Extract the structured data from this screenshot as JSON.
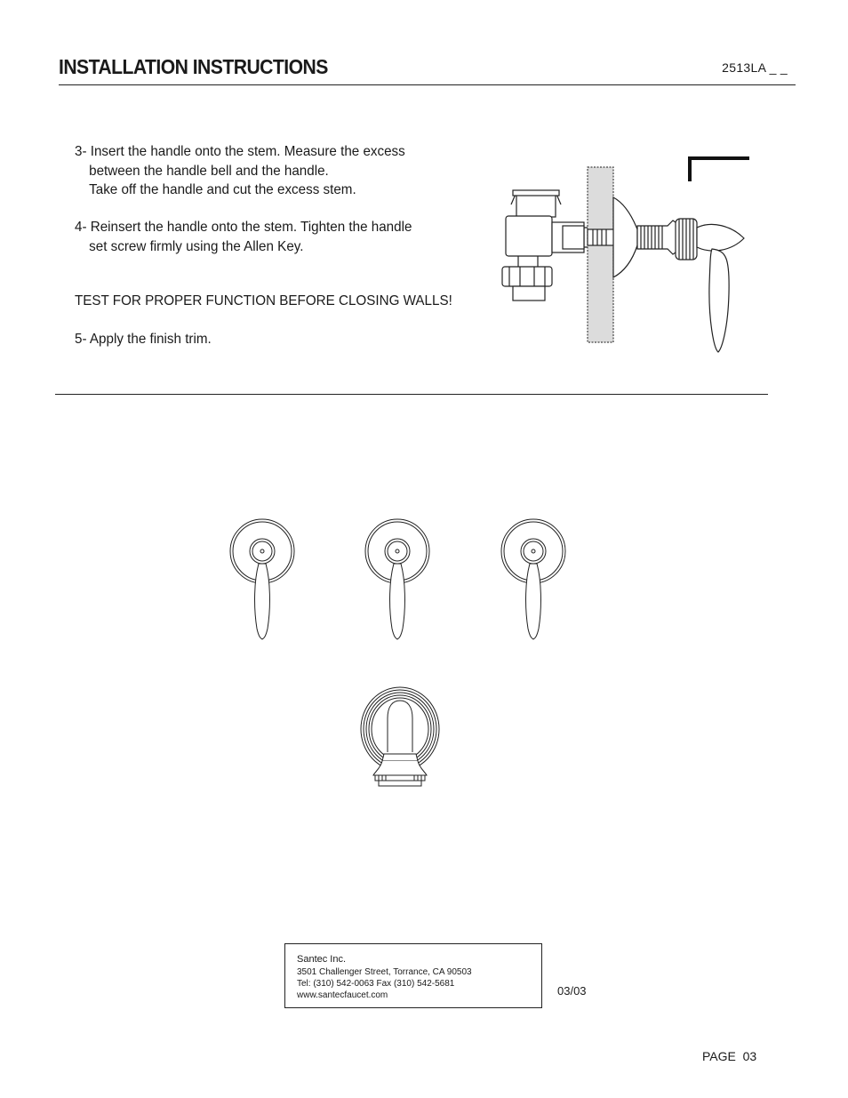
{
  "header": {
    "title": "INSTALLATION INSTRUCTIONS",
    "model": "2513LA _ _"
  },
  "instructions": {
    "step3": {
      "line1": "3- Insert the handle onto the stem. Measure the excess",
      "line2": "between the handle bell and the handle.",
      "line3": "Take off the handle and cut the excess stem."
    },
    "step4": {
      "line1": "4- Reinsert the handle onto the stem. Tighten the handle",
      "line2": "set screw firmly using the Allen Key."
    },
    "warning": "TEST FOR PROPER FUNCTION BEFORE CLOSING WALLS!",
    "step5": "5- Apply the finish trim."
  },
  "icons": {
    "valve": "valve-handle-assembly-icon",
    "allen_key": "allen-key-icon",
    "trim": "lever-handle-trim-icon",
    "spout": "tub-spout-icon"
  },
  "footer": {
    "company": "Santec Inc.",
    "address": "3501 Challenger Street, Torrance, CA 90503",
    "phone": "Tel: (310) 542-0063  Fax (310) 542-5681",
    "website": "www.santecfaucet.com",
    "date": "03/03",
    "page": "PAGE  03"
  }
}
